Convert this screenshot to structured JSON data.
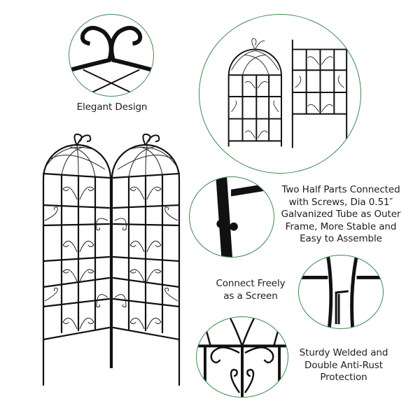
{
  "product_image": {
    "main_view": {
      "alt": "Two-panel folding metal garden trellis screen"
    },
    "colors": {
      "circle_border": "#3f8a4f",
      "metal": "#111111",
      "background": "#ffffff",
      "text": "#1e1e1e"
    },
    "features": [
      {
        "id": "elegant-design",
        "label": "Elegant Design",
        "icon": "scroll-detail-icon"
      },
      {
        "id": "two-parts",
        "label": "",
        "icon": "two-half-parts-icon"
      },
      {
        "id": "screws",
        "label": "Two Half Parts Connected with Screws, Dia 0.51″ Galvanized Tube as Outer Frame, More Stable and Easy to Assemble",
        "icon": "screw-connection-icon"
      },
      {
        "id": "connect",
        "label": "Connect Freely as a Screen",
        "icon": "hinge-connection-icon"
      },
      {
        "id": "welded",
        "label": "Sturdy Welded and Double Anti-Rust Protection",
        "icon": "welded-scroll-icon"
      }
    ],
    "captions": {
      "elegant": "Elegant Design",
      "screws_lines": [
        "Two Half Parts Connected",
        "with Screws, Dia 0.51″",
        "Galvanized Tube as Outer",
        "Frame, More Stable and",
        "Easy to Assemble"
      ],
      "connect_lines": [
        "Connect Freely",
        "as a Screen"
      ],
      "welded_lines": [
        "Sturdy Welded and",
        "Double Anti-Rust",
        "Protection"
      ]
    }
  }
}
